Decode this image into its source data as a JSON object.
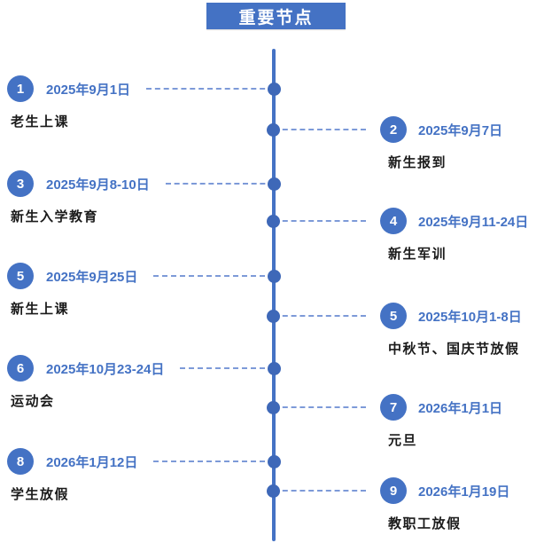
{
  "title": "重要节点",
  "colors": {
    "accent": "#4472C4",
    "dash": "#7D9AD8",
    "label": "#1A1A1A"
  },
  "timeline": {
    "orientation": "vertical",
    "items": [
      {
        "num": "1",
        "date": "2025年9月1日",
        "label": "老生上课",
        "side": "left"
      },
      {
        "num": "2",
        "date": "2025年9月7日",
        "label": "新生报到",
        "side": "right"
      },
      {
        "num": "3",
        "date": "2025年9月8-10日",
        "label": "新生入学教育",
        "side": "left"
      },
      {
        "num": "4",
        "date": "2025年9月11-24日",
        "label": "新生军训",
        "side": "right"
      },
      {
        "num": "5",
        "date": "2025年9月25日",
        "label": "新生上课",
        "side": "left"
      },
      {
        "num": "5",
        "date": "2025年10月1-8日",
        "label": "中秋节、国庆节放假",
        "side": "right"
      },
      {
        "num": "6",
        "date": "2025年10月23-24日",
        "label": "运动会",
        "side": "left"
      },
      {
        "num": "7",
        "date": "2026年1月1日",
        "label": "元旦",
        "side": "right"
      },
      {
        "num": "8",
        "date": "2026年1月12日",
        "label": "学生放假",
        "side": "left"
      },
      {
        "num": "9",
        "date": "2026年1月19日",
        "label": "教职工放假",
        "side": "right"
      }
    ]
  }
}
